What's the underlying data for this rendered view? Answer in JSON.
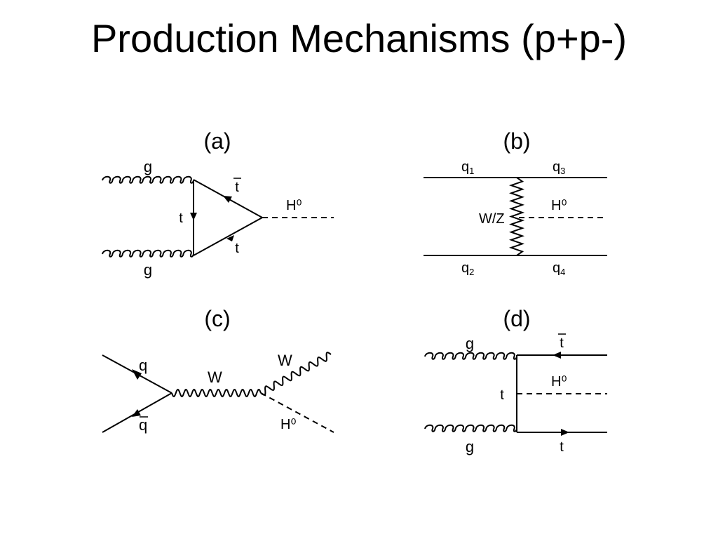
{
  "slide": {
    "title": "Production Mechanisms (p+p-)"
  },
  "diagrams": {
    "a": {
      "label": "(a)",
      "gluon_top": "g",
      "gluon_bottom": "g",
      "tbar": "t",
      "t_internal": "t",
      "t_lower": "t",
      "higgs": "H⁰"
    },
    "b": {
      "label": "(b)",
      "q1": "q",
      "q1_sub": "1",
      "q2": "q",
      "q2_sub": "2",
      "q3": "q",
      "q3_sub": "3",
      "q4": "q",
      "q4_sub": "4",
      "boson": "W/Z",
      "higgs": "H⁰"
    },
    "c": {
      "label": "(c)",
      "q": "q",
      "qbar": "q",
      "w_internal": "W",
      "w_out": "W",
      "higgs": "H⁰"
    },
    "d": {
      "label": "(d)",
      "gluon_top": "g",
      "gluon_bottom": "g",
      "tbar": "t",
      "t_internal": "t",
      "t_out": "t",
      "higgs": "H⁰"
    }
  }
}
